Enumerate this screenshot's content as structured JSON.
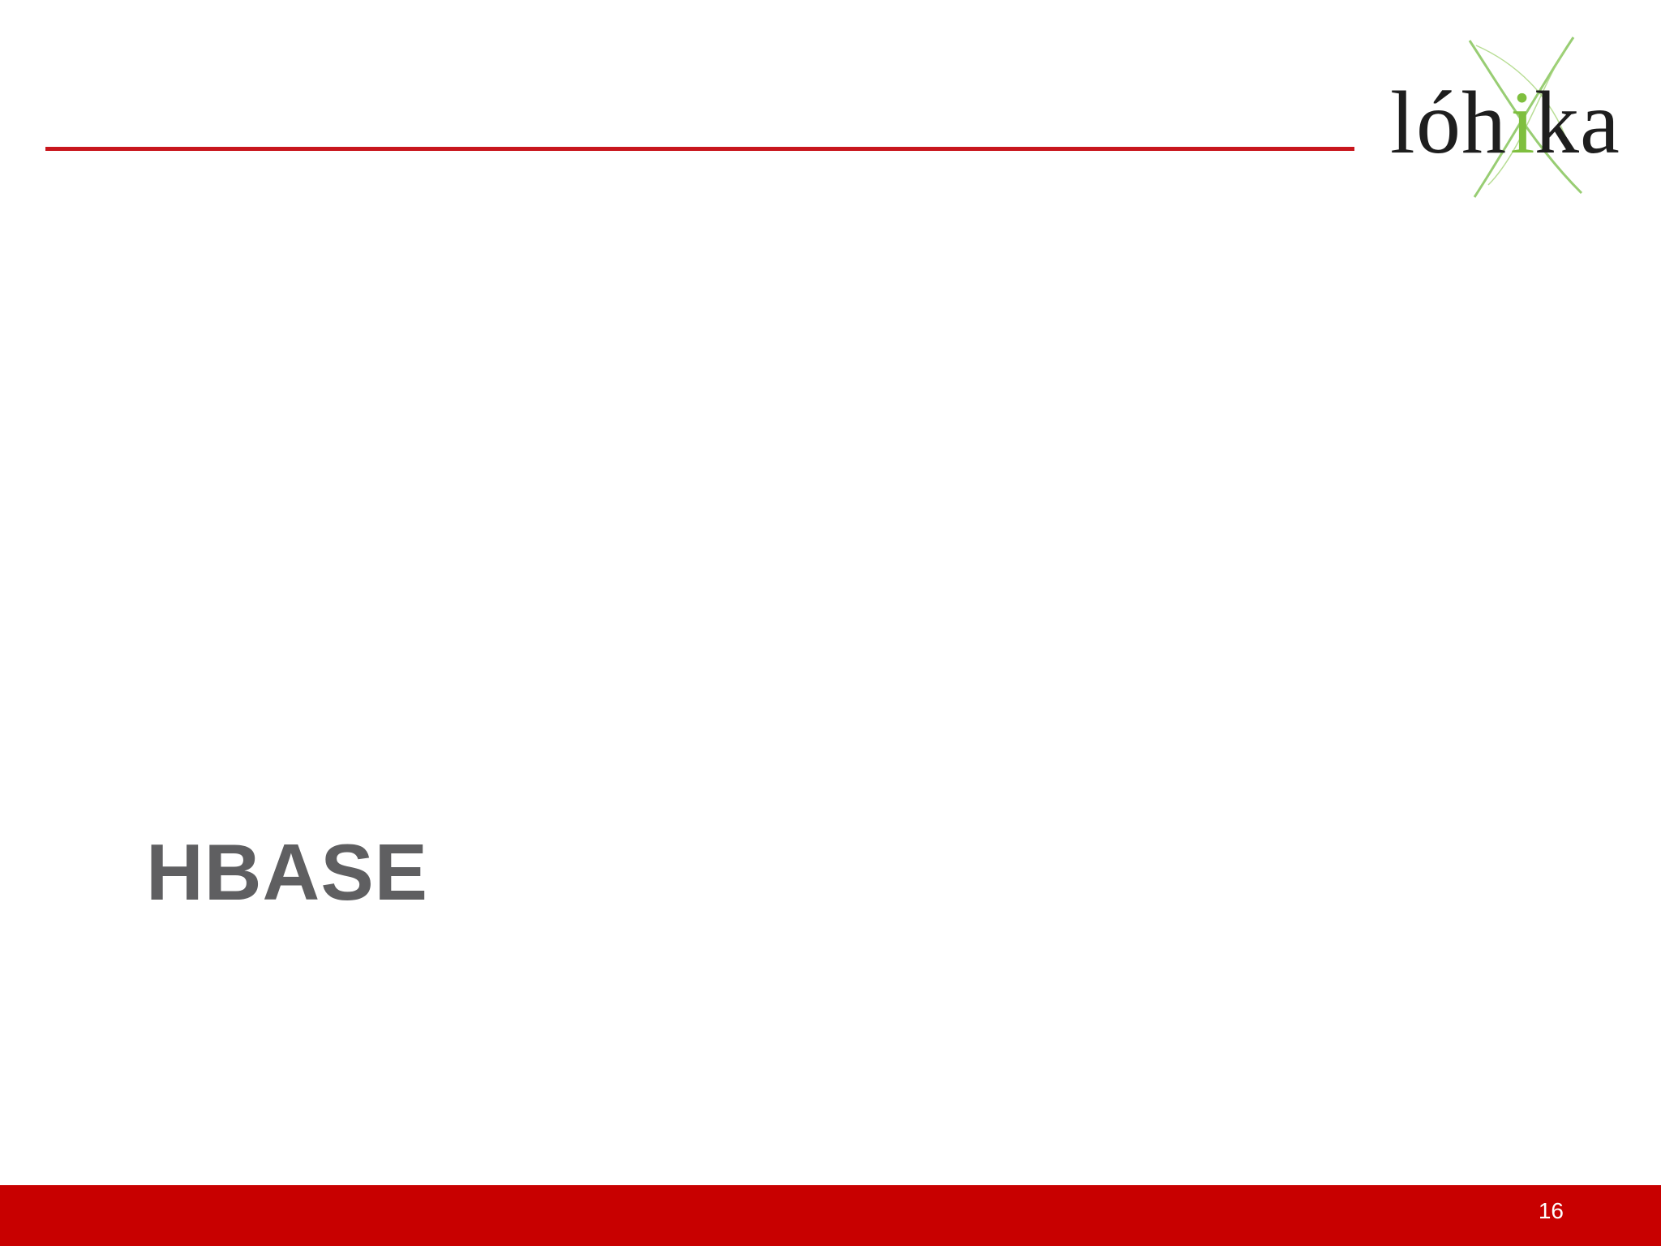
{
  "slide": {
    "title": "HBASE",
    "page_number": "16"
  },
  "logo": {
    "text": "lóhika",
    "accent_color": "#7fbf3f"
  },
  "colors": {
    "rule": "#c8161d",
    "footer": "#c80000",
    "title": "#5f5f61"
  }
}
